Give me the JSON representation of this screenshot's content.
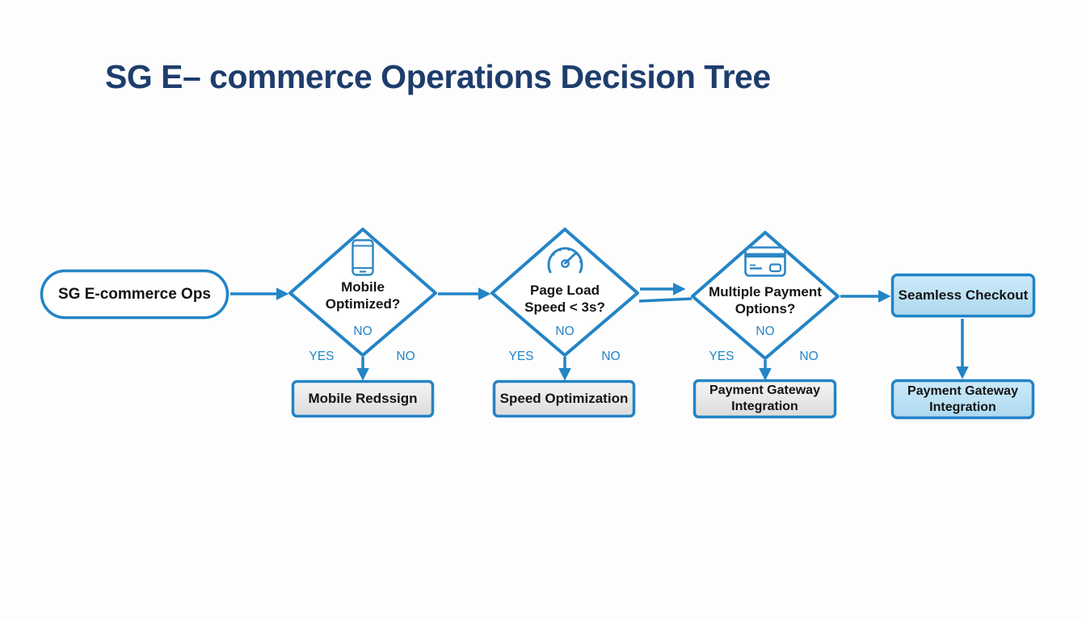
{
  "header": {
    "title": "SG E– commerce Operations Decision Tree"
  },
  "start": {
    "label": "SG E-commerce Ops"
  },
  "decisions": [
    {
      "question": "Mobile\nOptimized?",
      "icon": "smartphone-icon",
      "branch_label": "NO",
      "yes_label": "YES",
      "no_label": "NO"
    },
    {
      "question": "Page Load\nSpeed < 3s?",
      "icon": "speedometer-icon",
      "branch_label": "NO",
      "yes_label": "YES",
      "no_label": "NO"
    },
    {
      "question": "Multiple Payment\nOptions?",
      "icon": "credit-card-icon",
      "branch_label": "NO",
      "yes_label": "YES",
      "no_label": "NO"
    }
  ],
  "actions": [
    {
      "label": "Mobile Redssign"
    },
    {
      "label": "Speed Optimization"
    },
    {
      "label": "Payment Gateway\nIntegration"
    }
  ],
  "outcome": {
    "label": "Seamless Checkout"
  },
  "final_action": {
    "label": "Payment Gateway\nIntegration"
  },
  "colors": {
    "accent_blue": "#2384c6",
    "title_navy": "#1e3d6c",
    "light_blue_fill": "#bfe2f4",
    "gray_fill": "#e9e9e9",
    "text_black": "#141414",
    "background": "#fdfdfd"
  }
}
